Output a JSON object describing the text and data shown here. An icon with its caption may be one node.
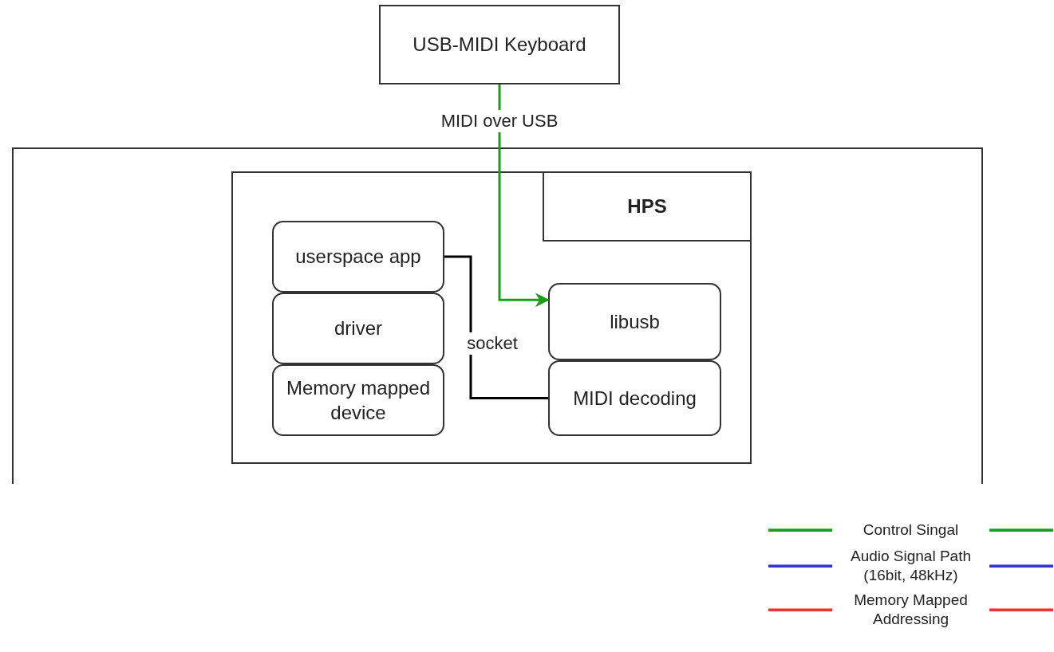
{
  "diagram": {
    "nodes": [
      {
        "text": [
          "USB-MIDI Keyboard"
        ]
      },
      {
        "text": [],
        "shape": "box"
      },
      {
        "text": [
          "HPS"
        ],
        "in": 1
      },
      {
        "text": [
          "userspace app"
        ],
        "in": 2
      },
      {
        "text": [
          "driver"
        ],
        "in": 2
      },
      {
        "text": [
          "Memory mapped device"
        ],
        "in": 2
      },
      {
        "text": [
          "libusb"
        ],
        "in": 2
      },
      {
        "text": [
          "MIDI decoding"
        ],
        "in": 2
      }
    ],
    "edges": [
      {
        "from": 0,
        "to": 6,
        "arrow": "to",
        "label": "MIDI over USB",
        "color": "#1a9c1a"
      },
      {
        "from": 3,
        "to": 7,
        "arrow": "none",
        "label": "socket",
        "color": "#000000"
      }
    ],
    "legend": [
      {
        "text": "Control Singal"
      },
      {
        "text": "Audio Signal Path (16bit, 48kHz)"
      },
      {
        "text": "Memory Mapped Addressing"
      }
    ]
  }
}
